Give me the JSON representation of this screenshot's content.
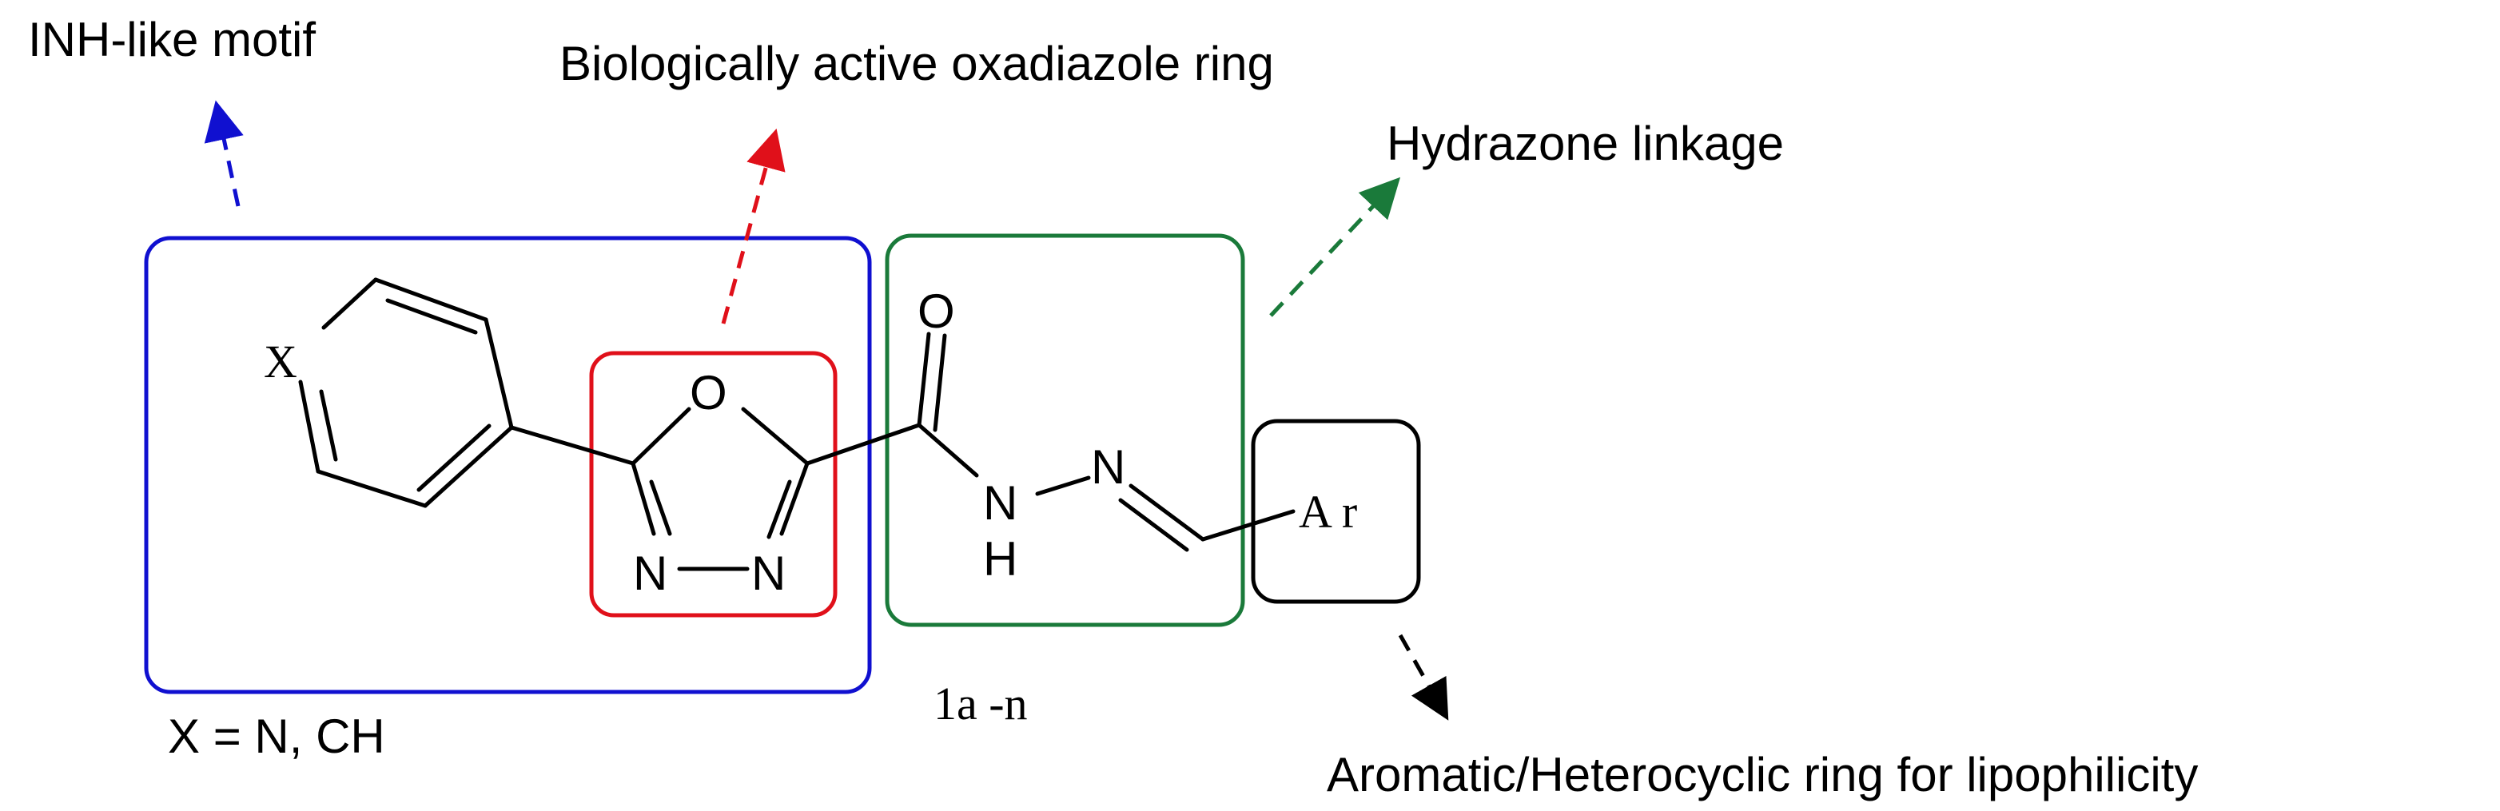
{
  "labels": {
    "inh": "INH-like motif",
    "oxadiazole": "Biologically active oxadiazole ring",
    "hydrazone": "Hydrazone linkage",
    "aromatic": "Aromatic/Heterocyclic ring for lipophilicity",
    "x_def": "X  = N, CH",
    "compound": "1a -n"
  },
  "atoms": {
    "x": "X",
    "o_ring": "O",
    "n_left": "N",
    "n_right": "N",
    "o_carbonyl": "O",
    "nh_n": "N",
    "nh_h": "H",
    "n_imine": "N",
    "ar": "Ar"
  },
  "colors": {
    "inh_box": "#1010d0",
    "oxadiazole_box": "#e0101a",
    "hydrazone_box": "#1a7a3a",
    "ar_box": "#000000"
  }
}
